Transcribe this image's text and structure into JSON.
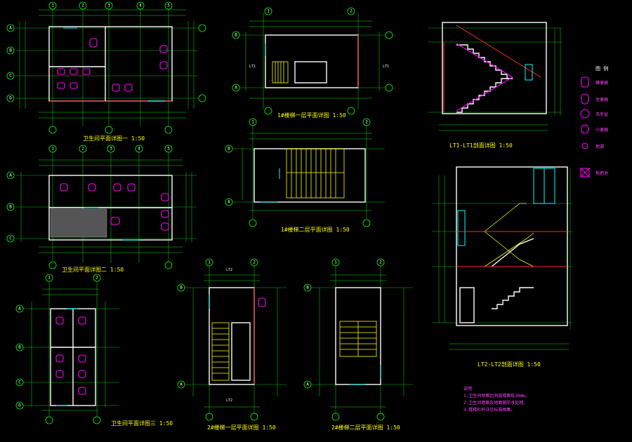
{
  "colors": {
    "background": "#000000",
    "grid_lines": "#00c000",
    "walls": "#ffffff",
    "fixtures": "#ff00ff",
    "stairs": "#ffff00",
    "glazing": "#00ffff",
    "section_walls": "#ff2a2a",
    "titles": "#ffff00"
  },
  "icons": {
    "axis_bubble": "circle-with-letter",
    "toilet_fixture": "magenta-rounded-rect",
    "stair_flight": "yellow-hatched-rect"
  },
  "drawings": [
    {
      "title": "卫生间平面详图一 1:50",
      "axes_h": [
        "1",
        "2",
        "3",
        "4",
        "5"
      ],
      "axes_v": [
        "A",
        "B",
        "C",
        "D"
      ]
    },
    {
      "title": "1#楼梯一层平面详图 1:50",
      "tag": "LT1",
      "axes_h": [
        "1",
        "2"
      ],
      "axes_v": [
        "A",
        "B"
      ]
    },
    {
      "title": "1#楼梯二层平面详图 1:50",
      "axes_h": [
        "1",
        "2"
      ],
      "axes_v": [
        "A",
        "B"
      ]
    },
    {
      "title": "LT1-LT1剖面详图 1:50"
    },
    {
      "title": "卫生间平面详图二 1:50",
      "axes_h": [
        "1",
        "2",
        "3",
        "4",
        "5"
      ],
      "axes_v": [
        "A",
        "B",
        "C"
      ]
    },
    {
      "title": "LT2-LT2剖面详图 1:50"
    },
    {
      "title": "卫生间平面详图三 1:50",
      "axes_h": [
        "1",
        "2"
      ],
      "axes_v": [
        "A",
        "B",
        "C",
        "D"
      ]
    },
    {
      "title": "2#楼梯一层平面详图 1:50",
      "tag": "LT2",
      "axes_h": [
        "1",
        "2"
      ],
      "axes_v": [
        "A",
        "B"
      ]
    },
    {
      "title": "2#楼梯二层平面详图 1:50",
      "axes_h": [
        "1",
        "2"
      ],
      "axes_v": [
        "A",
        "B"
      ]
    }
  ],
  "legend": {
    "title": "图 例",
    "items": [
      "蹲便器",
      "坐便器",
      "洗手盆",
      "小便器",
      "地漏",
      "拖把池"
    ]
  },
  "notes": {
    "title": "说明",
    "lines": [
      "1.卫生间地面比同层楼面低20mm。",
      "2.卫生间墙面及地面做防水处理。",
      "3.楼梯栏杆详见标准图集。"
    ]
  }
}
